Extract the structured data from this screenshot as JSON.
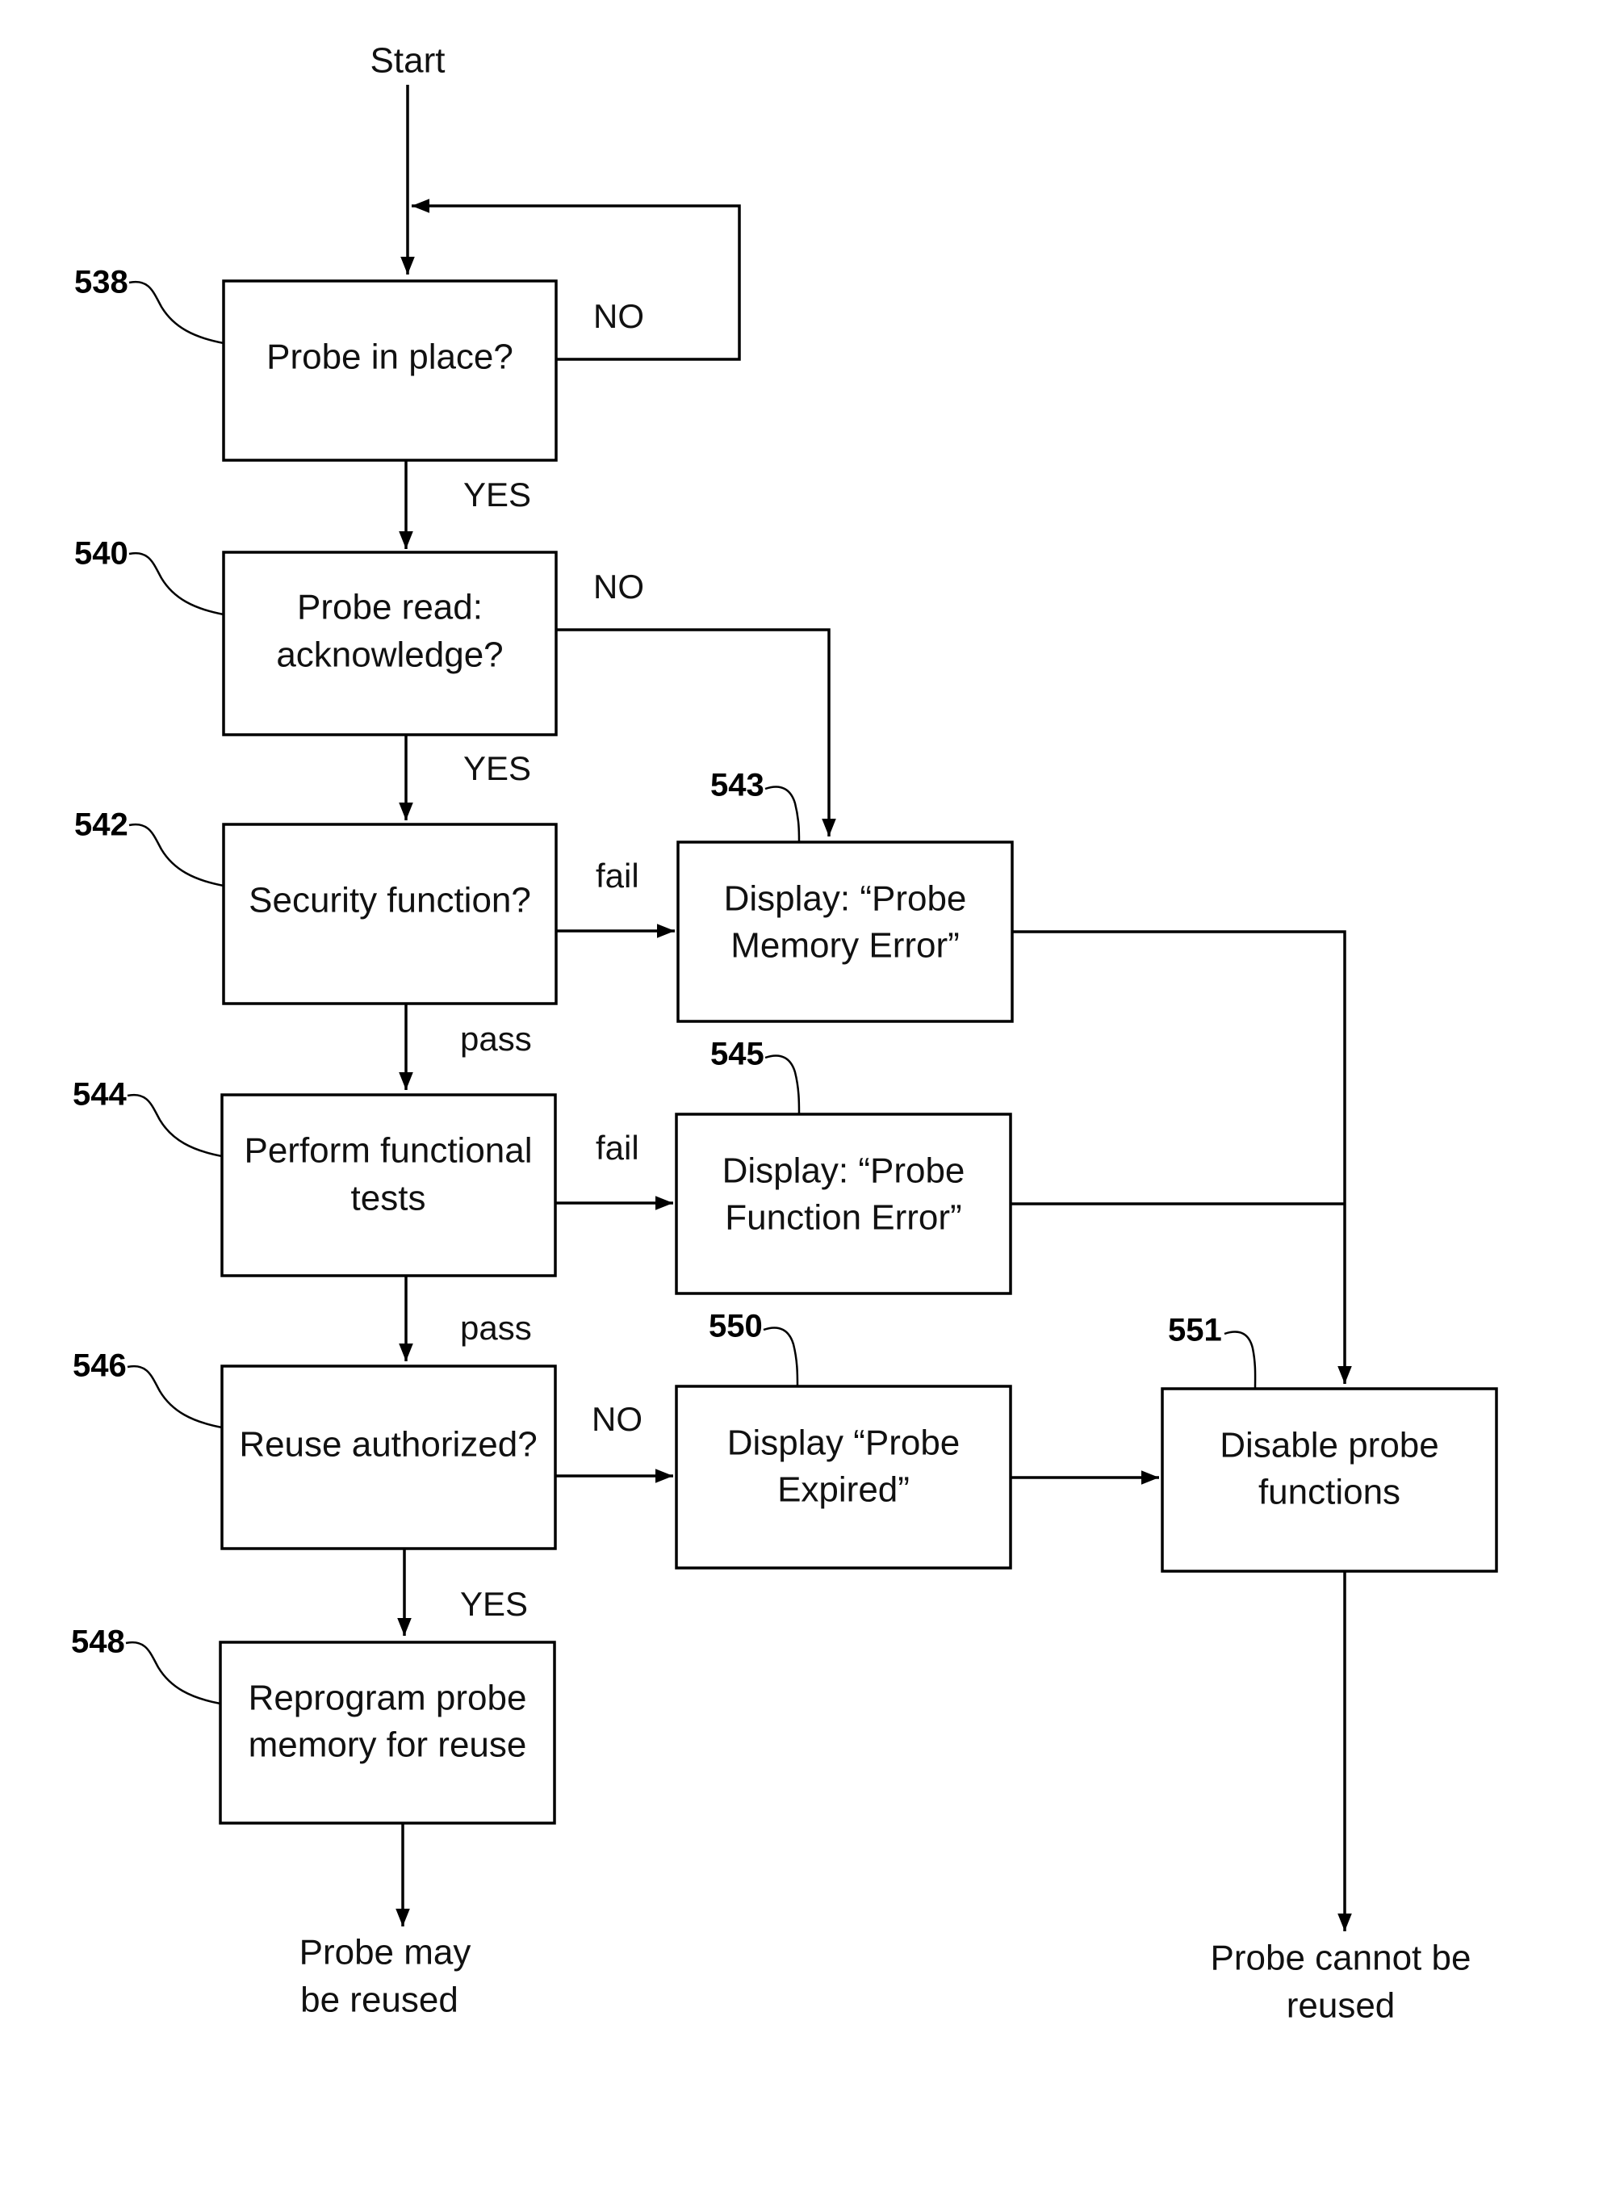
{
  "start_label": "Start",
  "steps": {
    "s538": {
      "ref": "538",
      "lines": [
        "Probe in place?"
      ]
    },
    "s540": {
      "ref": "540",
      "lines": [
        "Probe read:",
        "acknowledge?"
      ]
    },
    "s542": {
      "ref": "542",
      "lines": [
        "Security function?"
      ]
    },
    "s543": {
      "ref": "543",
      "lines": [
        "Display: “Probe",
        "Memory Error”"
      ]
    },
    "s544": {
      "ref": "544",
      "lines": [
        "Perform functional",
        "tests"
      ]
    },
    "s545": {
      "ref": "545",
      "lines": [
        "Display: “Probe",
        "Function Error”"
      ]
    },
    "s546": {
      "ref": "546",
      "lines": [
        "Reuse authorized?"
      ]
    },
    "s548": {
      "ref": "548",
      "lines": [
        "Reprogram probe",
        "memory for reuse"
      ]
    },
    "s550": {
      "ref": "550",
      "lines": [
        "Display “Probe",
        "Expired”"
      ]
    },
    "s551": {
      "ref": "551",
      "lines": [
        "Disable probe",
        "functions"
      ]
    }
  },
  "branch_labels": {
    "b538_no": "NO",
    "b538_yes": "YES",
    "b540_no": "NO",
    "b540_yes": "YES",
    "b542_fail": "fail",
    "b542_pass": "pass",
    "b544_fail": "fail",
    "b544_pass": "pass",
    "b546_no": "NO",
    "b546_yes": "YES"
  },
  "terminals": {
    "reused": [
      "Probe may",
      "be reused"
    ],
    "not_reused": [
      "Probe cannot be",
      "reused"
    ]
  }
}
